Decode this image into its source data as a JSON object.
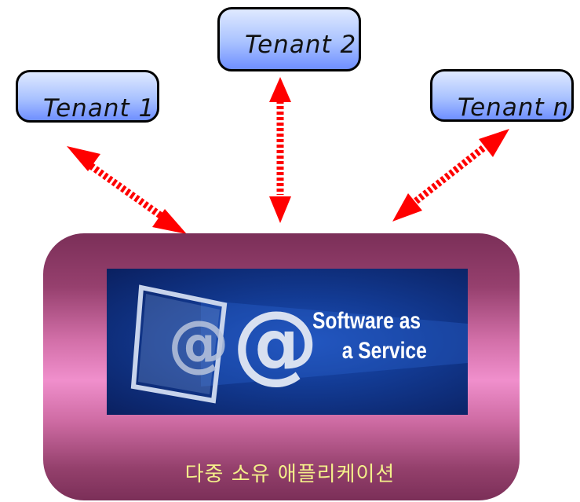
{
  "tenants": [
    {
      "label": "Tenant 1"
    },
    {
      "label": "Tenant 2"
    },
    {
      "label": "Tenant n"
    }
  ],
  "app": {
    "banner_line1": "Software as",
    "banner_line2": "a Service",
    "label": "다중 소유 애플리케이션"
  },
  "colors": {
    "arrow": "#ff0000",
    "tenant_box": "#a9c2ff",
    "app_box": "#96406e",
    "app_label": "#f4f08a",
    "banner": "#133c96"
  }
}
